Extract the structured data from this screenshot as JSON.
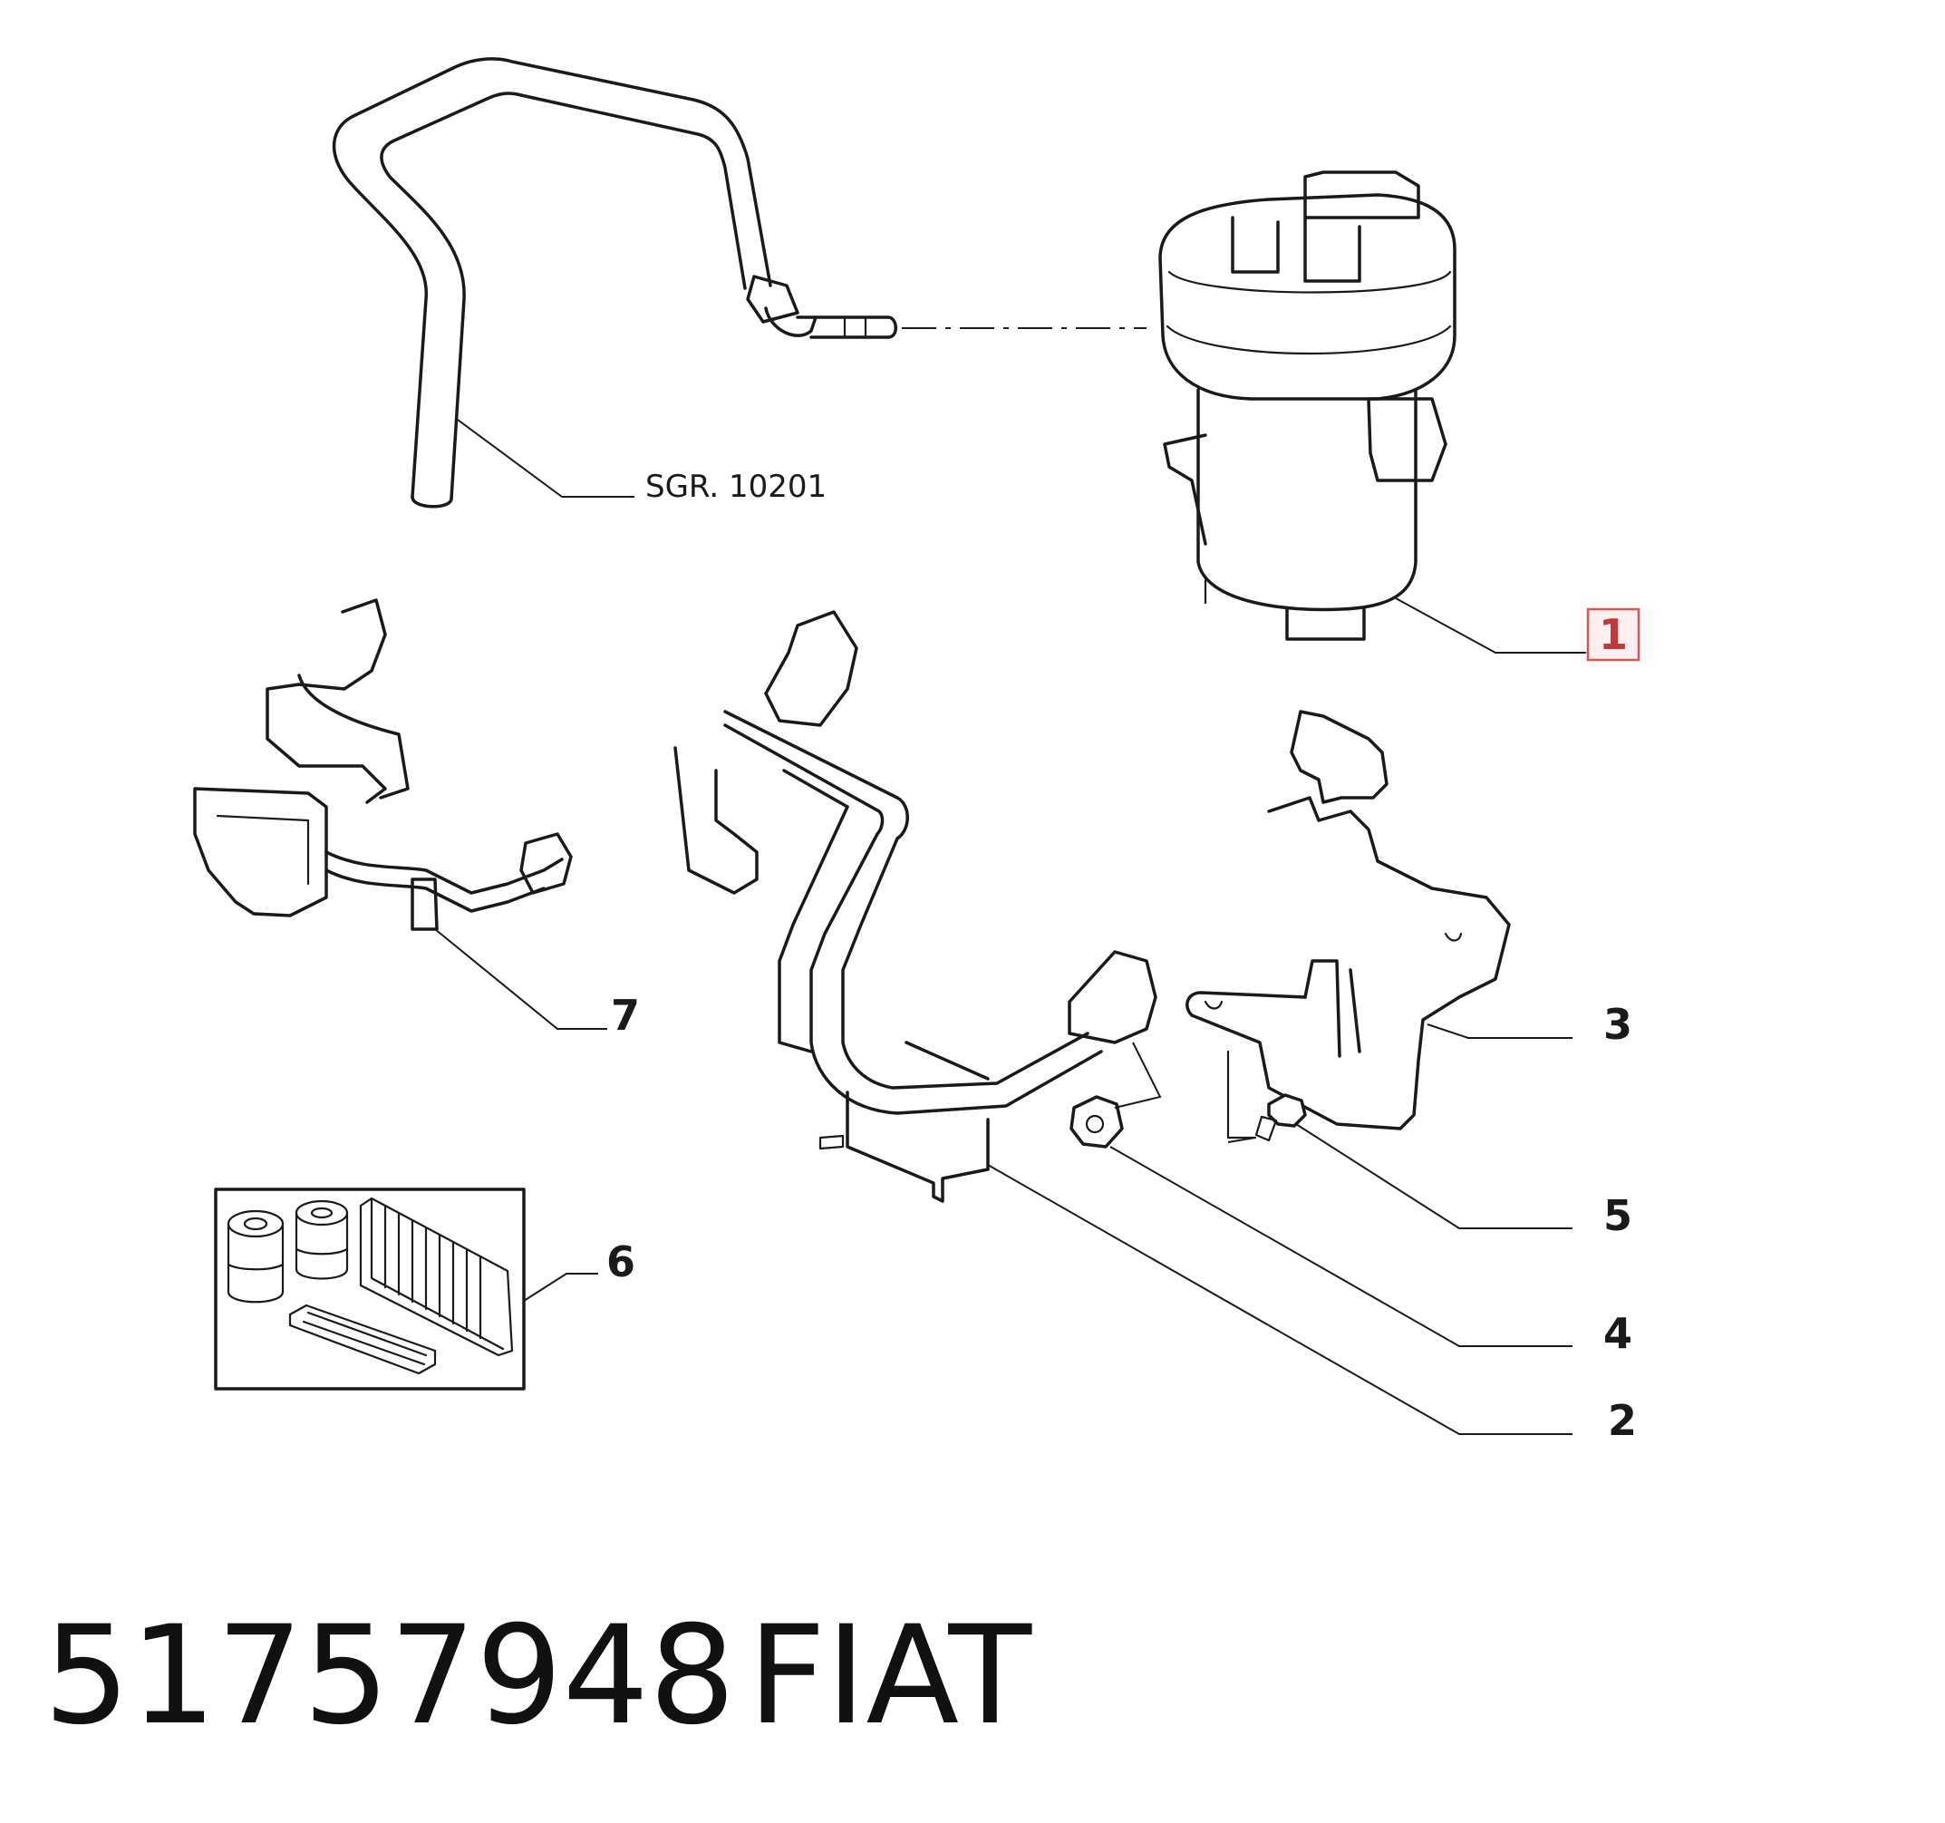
{
  "diagram": {
    "reference_label": "SGR. 10201",
    "callouts": {
      "c1": "1",
      "c2": "2",
      "c3": "3",
      "c4": "4",
      "c5": "5",
      "c6": "6",
      "c7": "7"
    },
    "highlight_color": "#d9534f"
  },
  "footer": {
    "part_number": "51757948",
    "brand": "FIAT"
  }
}
